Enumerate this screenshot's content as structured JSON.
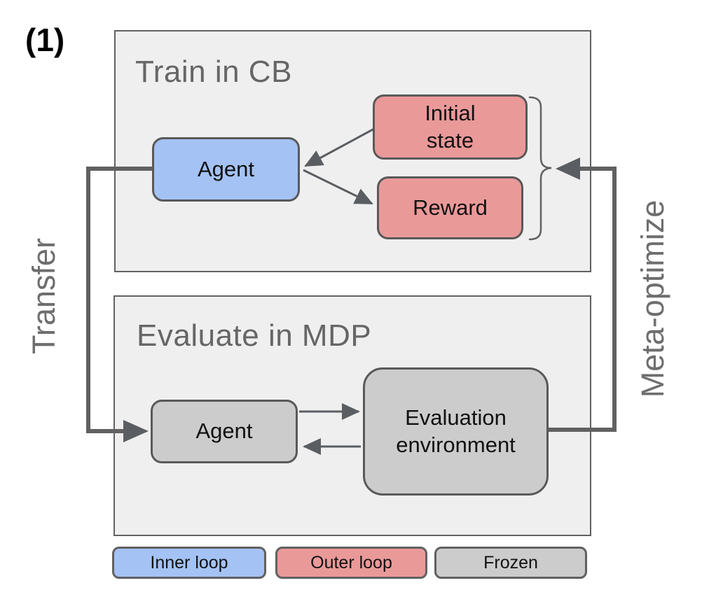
{
  "figure_label": "(1)",
  "train_panel": {
    "title": "Train in CB",
    "agent": "Agent",
    "initial_state": "Initial\nstate",
    "reward": "Reward"
  },
  "eval_panel": {
    "title": "Evaluate in MDP",
    "agent": "Agent",
    "environment": "Evaluation\nenvironment"
  },
  "side_labels": {
    "left": "Transfer",
    "right": "Meta-optimize"
  },
  "legend": {
    "inner": {
      "label": "Inner loop",
      "color": "#a4c2f4"
    },
    "outer": {
      "label": "Outer loop",
      "color": "#ea9999"
    },
    "frozen": {
      "label": "Frozen",
      "color": "#cccccc"
    }
  },
  "colors": {
    "panel_fill": "#efefef",
    "stroke": "#616161",
    "title_text": "#666666"
  }
}
